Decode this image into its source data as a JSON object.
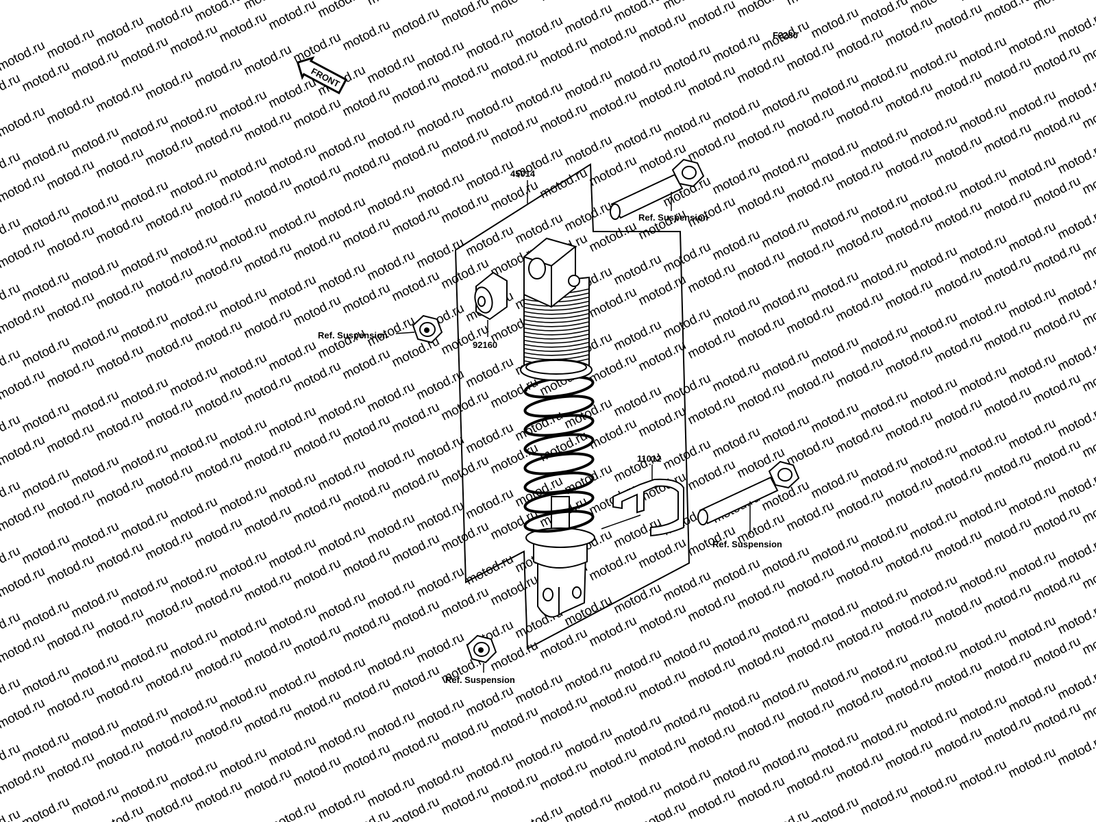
{
  "diagram": {
    "figure_code": "F2280",
    "front_label": "FRONT",
    "watermark": "motod.ru",
    "parts": {
      "shock": "45014",
      "bushing": "92160",
      "clamp": "11012"
    },
    "refs": {
      "top_bolt": "Ref. Suspension",
      "upper_nut": "Ref. Suspension",
      "lower_bolt": "Ref. Suspension",
      "lower_nut": "Ref. Suspension"
    }
  }
}
